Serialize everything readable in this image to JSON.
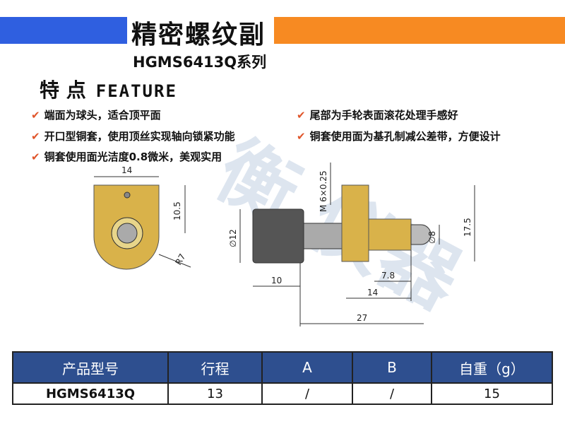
{
  "header": {
    "title": "精密螺纹副",
    "subtitle": "HGMS6413Q系列",
    "feature_cn": "特 点",
    "feature_en": "FEATURE"
  },
  "features": [
    "端面为球头，适合顶平面",
    "开口型铜套，使用顶丝实现轴向锁紧功能",
    "铜套使用面光洁度0.8微米，美观实用",
    "尾部为手轮表面滚花处理手感好",
    "铜套使用面为基孔制减公差带，方便设计"
  ],
  "drawing": {
    "dims": [
      "14",
      "10.5",
      "R7",
      "M 6×0.25",
      "∅12",
      "∅8",
      "17.5",
      "7.8",
      "10",
      "14",
      "27"
    ]
  },
  "table": {
    "headers": [
      "产品型号",
      "行程",
      "A",
      "B",
      "自重（g）"
    ],
    "rows": [
      [
        "HGMS6413Q",
        "13",
        "/",
        "/",
        "15"
      ]
    ]
  },
  "colors": {
    "blue": "#2f5fe0",
    "orange": "#f78a22",
    "table_header": "#2e4f8f",
    "brass": "#d9b24a"
  }
}
